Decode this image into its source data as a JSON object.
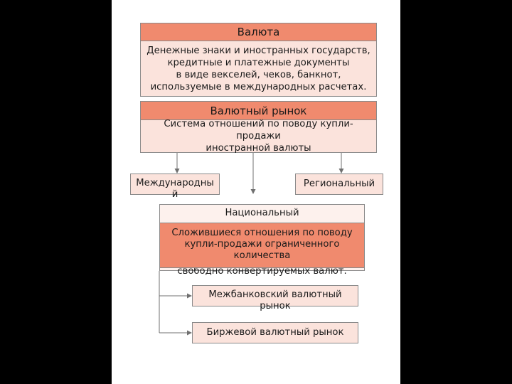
{
  "currency": {
    "title": "Валюта",
    "lines": [
      "Денежные знаки и иностранных государств,",
      "кредитные и платежные документы",
      "в виде векселей, чеков, банкнот,",
      "используемые в международных расчетах."
    ]
  },
  "market": {
    "title": "Валютный рынок",
    "lines": [
      "Система отношений по поводу купли-продажи",
      "иностранной валюты"
    ]
  },
  "branches": {
    "international": {
      "lines": [
        "Международны",
        "й"
      ]
    },
    "regional": "Региональный"
  },
  "national": {
    "title": "Национальный",
    "desc_lines": [
      "Сложившиеся отношения по поводу",
      "купли-продажи ограниченного",
      "количества"
    ],
    "overflow_line": "свободно конвертируемых валют."
  },
  "subtypes": {
    "interbank": {
      "lines": [
        "Межбанковский валютный",
        "рынок"
      ]
    },
    "exchange": "Биржевой валютный рынок"
  },
  "colors": {
    "header": "#f08a6e",
    "body": "#fbe3dc",
    "border": "#8a8a8a",
    "background": "#000000",
    "slide": "#ffffff"
  }
}
